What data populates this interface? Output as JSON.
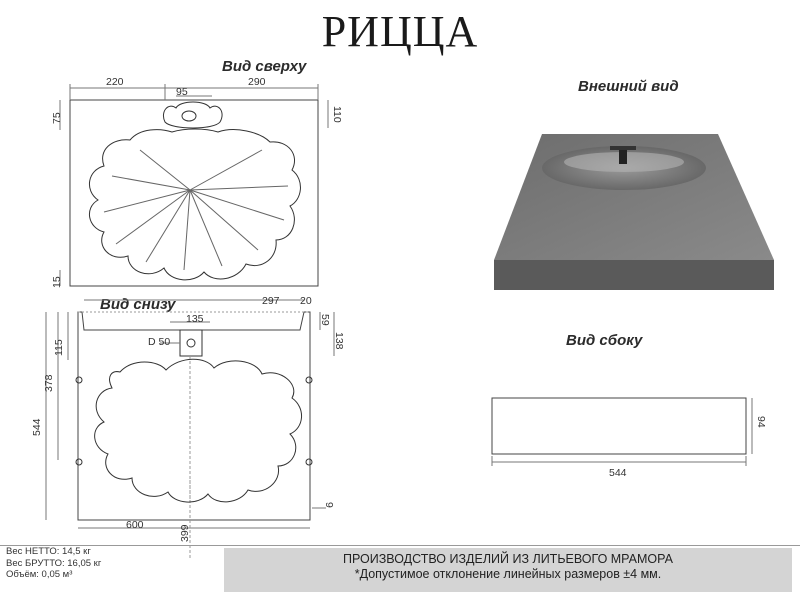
{
  "title": "РИЦЦА",
  "views": {
    "top": "Вид сверху",
    "bottom": "Вид снизу",
    "exterior": "Внешний вид",
    "side": "Вид сбоку"
  },
  "dimensions": {
    "top": {
      "d220": "220",
      "d290": "290",
      "d95": "95",
      "d75": "75",
      "d110": "110",
      "d15": "15"
    },
    "bottom": {
      "d297": "297",
      "d20": "20",
      "d135": "135",
      "d_d50": "D 50",
      "d59": "59",
      "d138": "138",
      "d115": "115",
      "d378": "378",
      "d544": "544",
      "d600": "600",
      "d399": "399",
      "d9": "9"
    },
    "side": {
      "d544": "544",
      "d94": "94"
    }
  },
  "footer": {
    "net_weight": "Вес НЕТТО: 14,5 кг",
    "gross_weight": "Вес БРУТТО: 16,05 кг",
    "volume": "Объём: 0,05 м³",
    "production": "ПРОИЗВОДСТВО ИЗДЕЛИЙ ИЗ ЛИТЬЕВОГО МРАМОРА",
    "tolerance": "*Допустимое отклонение линейных размеров ±4 мм."
  }
}
